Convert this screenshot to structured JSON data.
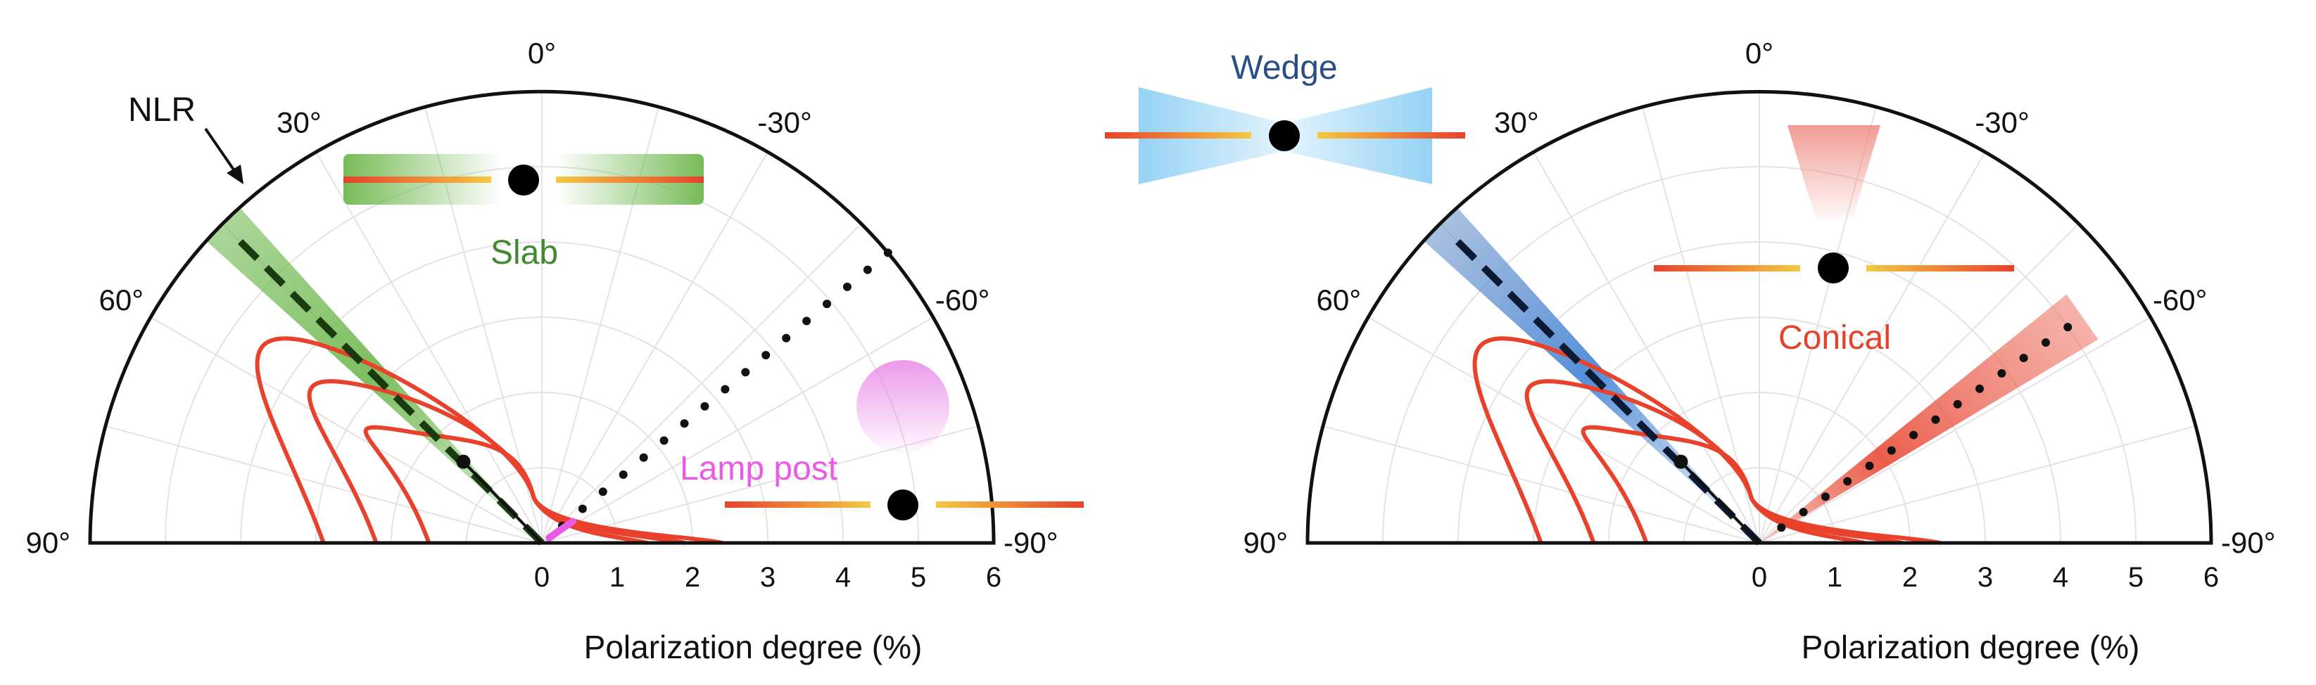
{
  "chart_data": [
    {
      "type": "polar",
      "panel": "left",
      "xlabel": "Polarization degree (%)",
      "radial_ticks": [
        "0",
        "1",
        "2",
        "3",
        "4",
        "5",
        "6"
      ],
      "rlim": [
        0,
        6
      ],
      "angle_labels": [
        {
          "deg": 0,
          "label": "0°"
        },
        {
          "deg": 30,
          "label": "30°"
        },
        {
          "deg": -30,
          "label": "-30°"
        },
        {
          "deg": 60,
          "label": "60°"
        },
        {
          "deg": -60,
          "label": "-60°"
        },
        {
          "deg": 90,
          "label": "90°"
        },
        {
          "deg": -90,
          "label": "-90°"
        }
      ],
      "grid": true,
      "annotations": {
        "nlr": "NLR",
        "geometry": "Slab",
        "source": "Lamp post"
      },
      "nlr_axis_deg": 45,
      "observed_point": {
        "p": 1.5,
        "angle_deg": 44
      },
      "model_line": {
        "style": "dotted",
        "angle_deg": -50,
        "p_max": 6.0
      },
      "contours": [
        {
          "level": 1,
          "p_min": 1.5,
          "p_out": 2.3,
          "p_end": 1.4
        },
        {
          "level": 2,
          "p_min": 2.2,
          "p_out": 3.3,
          "p_end": 1.9
        },
        {
          "level": 3,
          "p_min": 2.9,
          "p_out": 4.2,
          "p_end": 2.4
        }
      ],
      "colors": {
        "contour": "#e8412c",
        "nlr_band": "#6fb84f",
        "slab_text": "#3f8a2e",
        "lamp": "#e95ae6",
        "model": "#111111"
      }
    },
    {
      "type": "polar",
      "panel": "right",
      "xlabel": "Polarization degree (%)",
      "radial_ticks": [
        "0",
        "1",
        "2",
        "3",
        "4",
        "5",
        "6"
      ],
      "rlim": [
        0,
        6
      ],
      "angle_labels": [
        {
          "deg": 0,
          "label": "0°"
        },
        {
          "deg": 30,
          "label": "30°"
        },
        {
          "deg": -30,
          "label": "-30°"
        },
        {
          "deg": 60,
          "label": "60°"
        },
        {
          "deg": -60,
          "label": "-60°"
        },
        {
          "deg": 90,
          "label": "90°"
        },
        {
          "deg": -90,
          "label": "-90°"
        }
      ],
      "grid": true,
      "annotations": {
        "geometry_top": "Wedge",
        "geometry": "Conical"
      },
      "nlr_axis_deg": 45,
      "observed_point": {
        "p": 1.5,
        "angle_deg": 44
      },
      "model_line": {
        "style": "dotted",
        "angle_deg": -55,
        "p_max": 5.0
      },
      "contours": [
        {
          "level": 1,
          "p_min": 1.5,
          "p_out": 2.3,
          "p_end": 1.4
        },
        {
          "level": 2,
          "p_min": 2.2,
          "p_out": 3.3,
          "p_end": 1.9
        },
        {
          "level": 3,
          "p_min": 2.9,
          "p_out": 4.2,
          "p_end": 2.4
        }
      ],
      "colors": {
        "contour": "#e8412c",
        "nlr_band": "#4a89d8",
        "wedge_text": "#2a4f86",
        "conical_text": "#e2432d",
        "model": "#111111"
      }
    }
  ]
}
